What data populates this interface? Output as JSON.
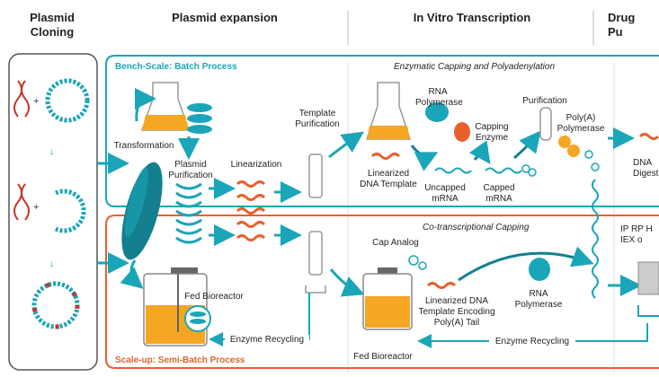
{
  "headers": {
    "plasmid_cloning": "Plasmid\nCloning",
    "plasmid_expansion": "Plasmid expansion",
    "ivt": "In Vitro Transcription",
    "drug_cut": "Drug\nPu"
  },
  "bench": {
    "title": "Bench-Scale: Batch Process",
    "subtitle": "Enzymatic Capping and Polyadenylation",
    "transformation": "Transformation",
    "plasmid_purification": "Plasmid\nPurification",
    "linearization": "Linearization",
    "template_purification": "Template\nPurification",
    "rna_polymerase": "RNA\nPolymerase",
    "capping_enzyme": "Capping\nEnzyme",
    "purification": "Purification",
    "polya_polymerase": "Poly(A)\nPolymerase",
    "linearized_template": "Linearized\nDNA Template",
    "uncapped_mrna": "Uncapped\nmRNA",
    "capped_mrna": "Capped\nmRNA",
    "dna_digest": "DNA\nDigest"
  },
  "scale": {
    "title": "Scale-up: Semi-Batch Process",
    "subtitle": "Co-transcriptional Capping",
    "cap_analog": "Cap Analog",
    "fed_bioreactor_1": "Fed Bioreactor",
    "fed_bioreactor_2": "Fed Bioreactor",
    "template_encoding": "Linearized DNA\nTemplate Encoding\nPoly(A) Tail",
    "rna_polymerase": "RNA\nPolymerase",
    "enzyme_recycling_1": "Enzyme Recycling",
    "enzyme_recycling_2": "Enzyme Recycling",
    "iprp": "IP RP H\nIEX o"
  },
  "colors": {
    "teal": "#1ba5b8",
    "teal_dark": "#137f8f",
    "orange": "#e8612c",
    "dna_red": "#c0392b",
    "amber": "#f5a623"
  }
}
